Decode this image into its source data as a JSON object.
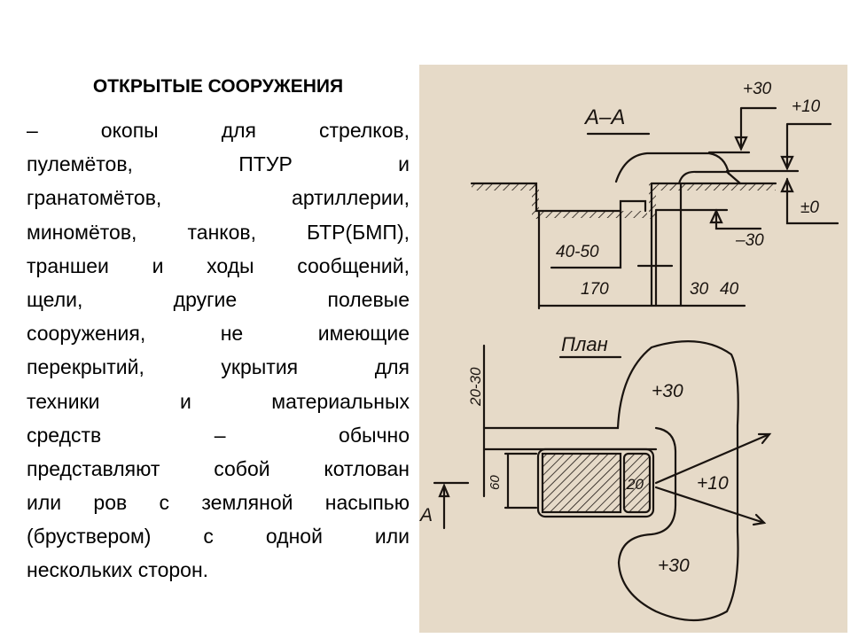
{
  "slide": {
    "title": "ОТКРЫТЫЕ СООРУЖЕНИЯ",
    "body_lines": [
      "– окопы для стрелков,",
      "пулемётов, ПТУР и",
      "гранатомётов, артиллерии,",
      "миномётов, танков, БТР(БМП),",
      "траншеи и ходы сообщений,",
      "щели, другие полевые",
      "сооружения, не имеющие",
      "перекрытий, укрытия для",
      "техники и материальных",
      "средств – обычно",
      "представляют собой котлован",
      "или ров с земляной насыпью",
      "(бруствером) с одной или",
      "нескольких сторон."
    ]
  },
  "figure": {
    "background": "#e6dac8",
    "section": {
      "title": "А–А",
      "levels": {
        "plus30": "+30",
        "plus10": "+10",
        "zero": "±0",
        "minus30": "–30"
      },
      "dims": {
        "d1": "40-50",
        "d2": "170",
        "d3": "30",
        "d4": "40"
      }
    },
    "plan": {
      "title": "План",
      "dims": {
        "width": "20-30",
        "height": "60",
        "cell": "20"
      },
      "levels": {
        "top": "+30",
        "front": "+10",
        "bottom": "+30"
      },
      "section_marker": "А"
    }
  }
}
